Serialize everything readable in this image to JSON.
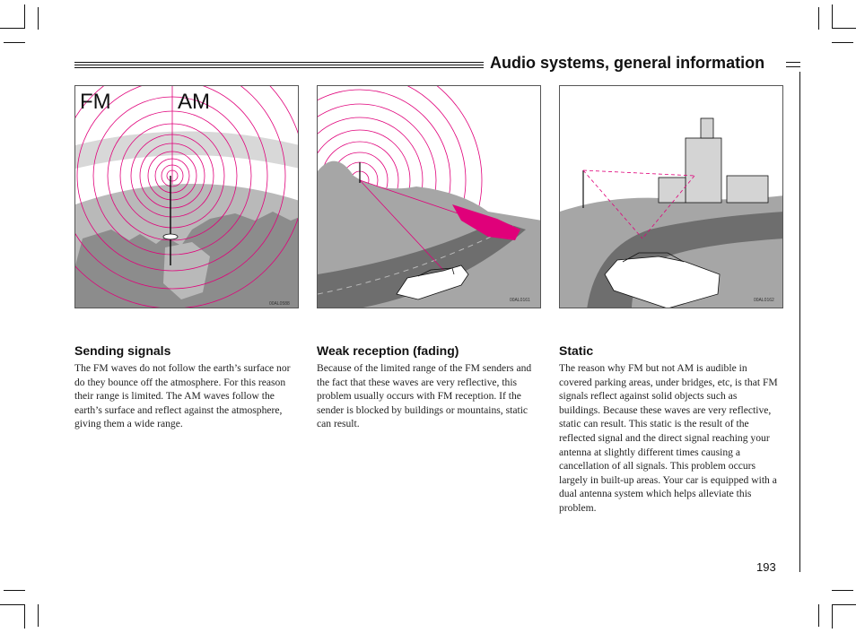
{
  "header": {
    "title": "Audio systems, general information"
  },
  "figures": [
    {
      "labels": [
        "FM",
        "AM"
      ],
      "code": "00AL0588"
    },
    {
      "code": "00AL0161"
    },
    {
      "code": "00AL0162"
    }
  ],
  "sections": [
    {
      "heading": "Sending signals",
      "body": "The FM waves do not follow the earth’s surface nor do they bounce off the atmosphere. For this reason their range is limited. The AM waves follow the earth’s surface and reflect against the atmosphere, giving them a wide range."
    },
    {
      "heading": "Weak reception (fading)",
      "body": "Because of the limited range of the FM senders and the fact that these waves are very reflective, this problem usually occurs with FM reception. If the sender is blocked by buildings or mountains, static can result."
    },
    {
      "heading": "Static",
      "body": "The reason why FM but not AM is audible in covered parking areas, under bridges, etc, is that FM signals reflect against solid objects such as buildings. Because these waves are very reflective, static can result. This static is the result of the reflected signal and the direct signal reaching your antenna at slightly different times causing a cancellation of all signals. This problem occurs largely in built-up areas. Your car is equipped with a dual antenna system which helps alleviate this problem."
    }
  ],
  "page_number": "193",
  "colors": {
    "accent": "#e0007a",
    "ink": "#111111",
    "land": "#8c8c8c",
    "road": "#6e6e6e"
  }
}
